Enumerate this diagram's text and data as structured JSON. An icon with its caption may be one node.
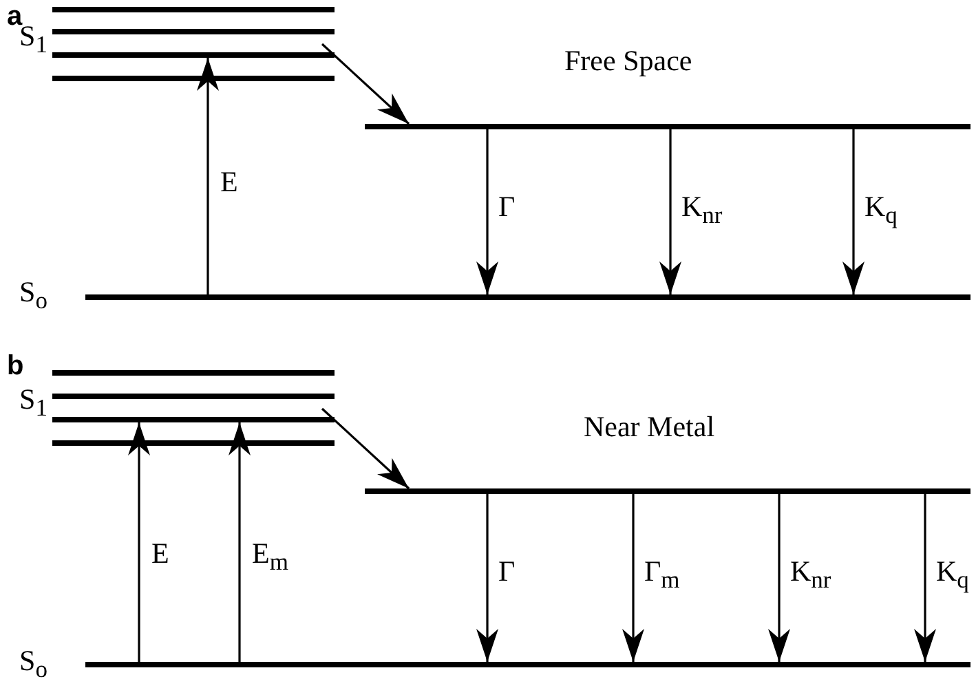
{
  "diagram": {
    "nodes": [
      {
        "text": [],
        "shape": "bar"
      },
      {
        "text": [],
        "shape": "bar"
      },
      {
        "text": [],
        "shape": "bar"
      },
      {
        "text": [],
        "shape": "bar"
      },
      {
        "text": [],
        "shape": "bar"
      },
      {
        "text": [],
        "shape": "bar"
      },
      {
        "text": [],
        "shape": "bar"
      },
      {
        "text": [],
        "shape": "bar"
      },
      {
        "text": [],
        "shape": "bar"
      },
      {
        "text": [],
        "shape": "bar"
      },
      {
        "text": [],
        "shape": "bar"
      },
      {
        "text": [],
        "shape": "bar"
      }
    ],
    "edges": [
      {
        "from": 5,
        "to": 2,
        "arrow": "to",
        "label": "E"
      },
      {
        "from": 2,
        "to": 4,
        "arrow": "to"
      },
      {
        "from": 4,
        "to": 5,
        "arrow": "to",
        "label": "Γ"
      },
      {
        "from": 4,
        "to": 5,
        "arrow": "to",
        "label": "K$_{nr}$"
      },
      {
        "from": 4,
        "to": 5,
        "arrow": "to",
        "label": "K$_{q}$"
      },
      {
        "from": 11,
        "to": 8,
        "arrow": "to",
        "label": "E"
      },
      {
        "from": 11,
        "to": 8,
        "arrow": "to",
        "label": "E$_{m}$"
      },
      {
        "from": 8,
        "to": 10,
        "arrow": "to"
      },
      {
        "from": 10,
        "to": 11,
        "arrow": "to",
        "label": "Γ"
      },
      {
        "from": 10,
        "to": 11,
        "arrow": "to",
        "label": "Γ$_{m}$"
      },
      {
        "from": 10,
        "to": 11,
        "arrow": "to",
        "label": "K$_{nr}$"
      },
      {
        "from": 10,
        "to": 11,
        "arrow": "to",
        "label": "K$_{q}$"
      }
    ],
    "labels": [
      "a",
      "S$_{1}$",
      "Free Space",
      "S$_{o}$",
      "b",
      "S$_{1}$",
      "Near Metal",
      "S$_{o}$"
    ]
  }
}
